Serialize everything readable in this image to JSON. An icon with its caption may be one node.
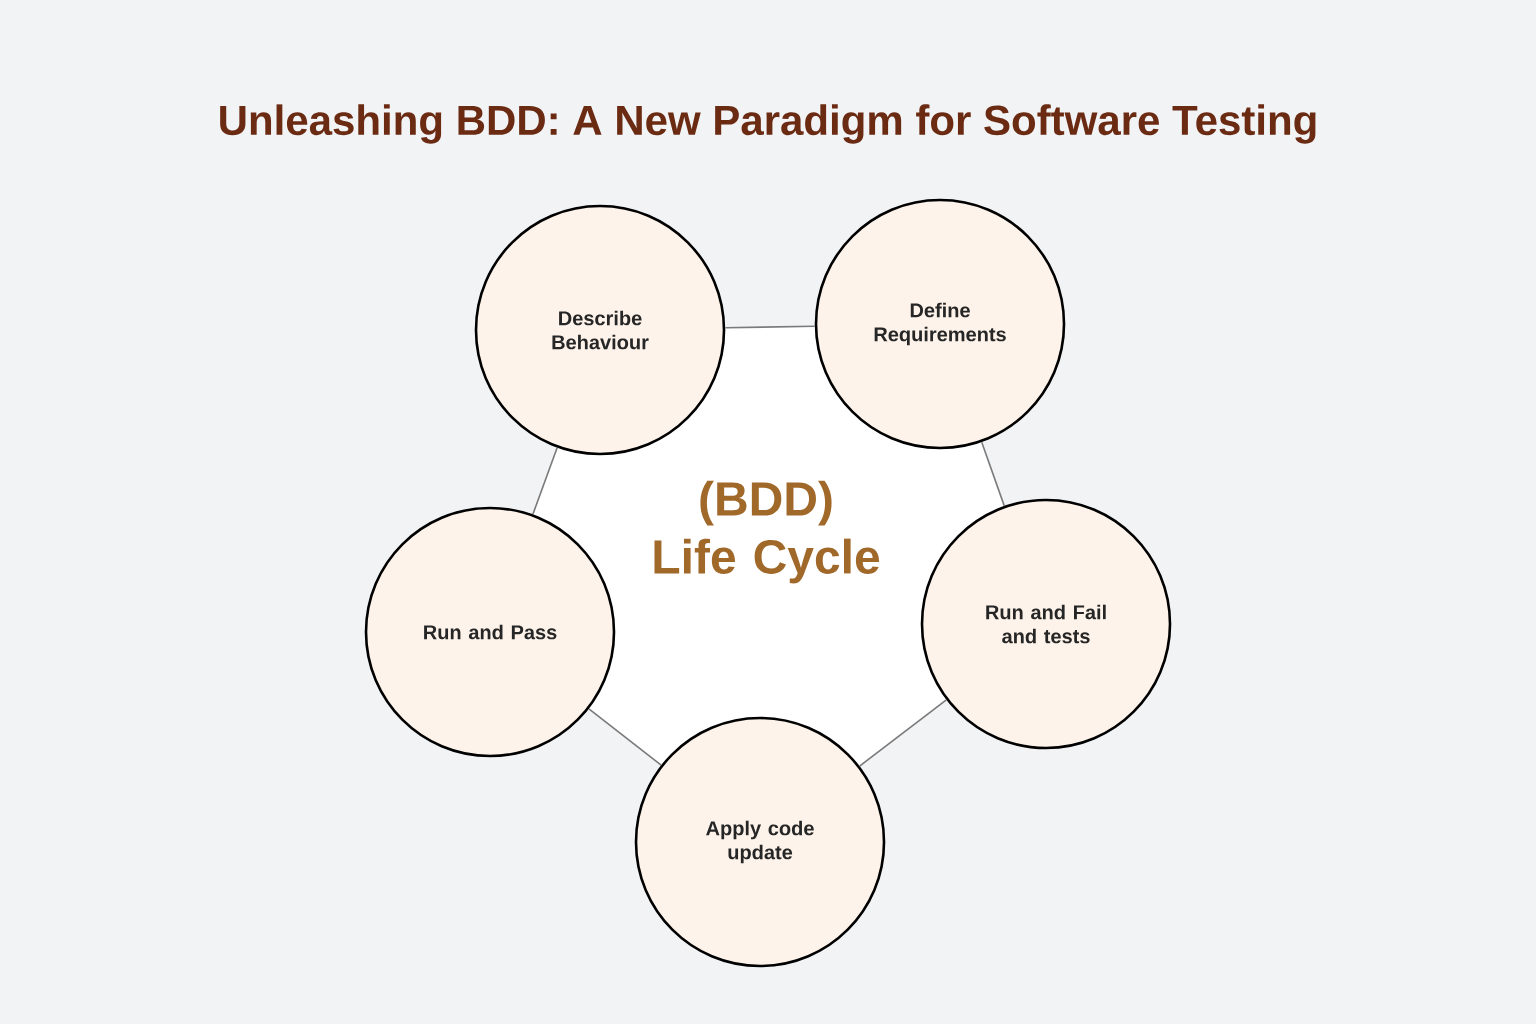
{
  "diagram": {
    "title": "Unleashing BDD: A New Paradigm for Software Testing",
    "nodes": [
      {
        "text": [
          "(BDD) Life Cycle"
        ]
      },
      {
        "text": [
          "Describe Behaviour"
        ]
      },
      {
        "text": [
          "Define Requirements"
        ]
      },
      {
        "text": [
          "Run and Fail and tests"
        ]
      },
      {
        "text": [
          "Apply code update"
        ]
      },
      {
        "text": [
          "Run and Pass"
        ]
      }
    ],
    "edges": [
      {
        "from": 1,
        "to": 2,
        "arrow": "none"
      },
      {
        "from": 2,
        "to": 3,
        "arrow": "none"
      },
      {
        "from": 3,
        "to": 4,
        "arrow": "none"
      },
      {
        "from": 4,
        "to": 5,
        "arrow": "none"
      },
      {
        "from": 5,
        "to": 1,
        "arrow": "none"
      }
    ]
  }
}
